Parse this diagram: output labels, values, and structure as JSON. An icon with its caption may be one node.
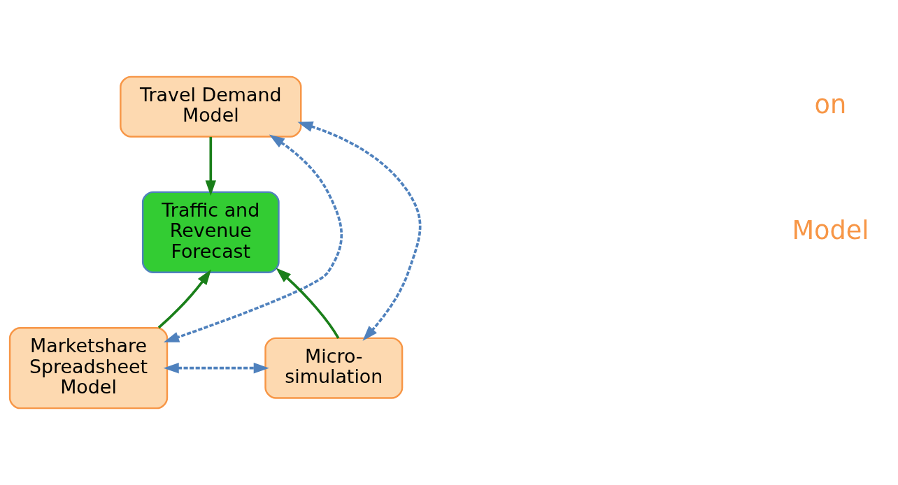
{
  "diagram": {
    "nodes": [
      {
        "text": [
          "Travel Demand Model"
        ]
      },
      {
        "text": [
          "Traffic and Revenue Forecast"
        ]
      },
      {
        "text": [
          "Marketshare Spreadsheet Model"
        ]
      },
      {
        "text": [
          "Micro- simulation"
        ]
      }
    ],
    "edges": [
      {
        "from": 0,
        "to": 1,
        "arrow": "to",
        "color": "#1a7f1a"
      },
      {
        "from": 2,
        "to": 1,
        "arrow": "to",
        "color": "#1a7f1a"
      },
      {
        "from": 3,
        "to": 1,
        "arrow": "to",
        "color": "#1a7f1a"
      },
      {
        "from": 0,
        "to": 2,
        "arrow": "both",
        "style": "dashed",
        "color": "#4f81bd"
      },
      {
        "from": 0,
        "to": 3,
        "arrow": "both",
        "style": "dashed",
        "color": "#4f81bd"
      },
      {
        "from": 2,
        "to": 3,
        "arrow": "both",
        "style": "dashed",
        "color": "#4f81bd"
      }
    ],
    "labels": [
      "on",
      "Model"
    ]
  }
}
